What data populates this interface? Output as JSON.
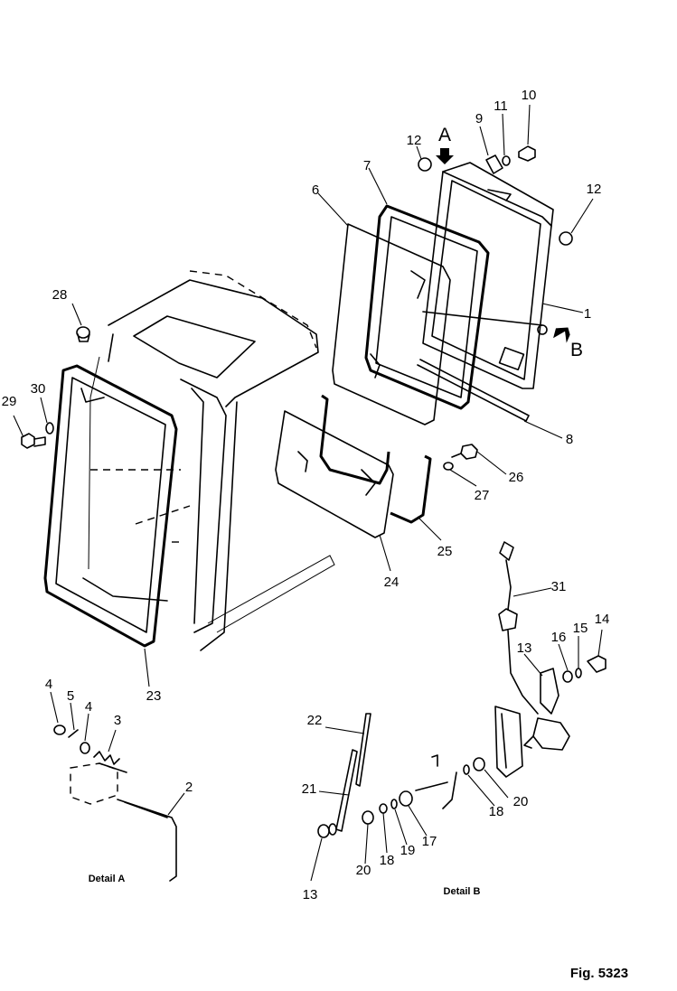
{
  "diagram": {
    "figure_label": "Fig. 5323",
    "detail_a_caption": "Detail A",
    "detail_b_caption": "Detail B",
    "view_a_label": "A",
    "view_b_label": "B",
    "parts": [
      "1",
      "2",
      "3",
      "4",
      "4",
      "5",
      "6",
      "7",
      "8",
      "9",
      "10",
      "11",
      "12",
      "12",
      "13",
      "13",
      "14",
      "15",
      "16",
      "17",
      "18",
      "18",
      "19",
      "20",
      "20",
      "21",
      "22",
      "23",
      "24",
      "25",
      "26",
      "27",
      "28",
      "29",
      "30",
      "31"
    ]
  }
}
